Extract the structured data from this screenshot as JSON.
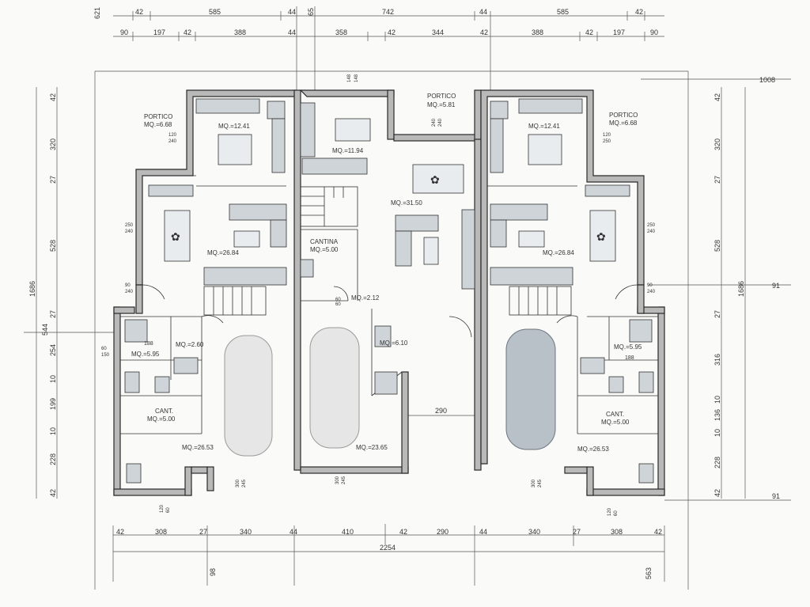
{
  "dims": {
    "top_outer": [
      "42",
      "585",
      "44",
      "742",
      "44",
      "585",
      "42"
    ],
    "top_inner": [
      "90",
      "197",
      "42",
      "388",
      "44",
      "358",
      "42",
      "344",
      "42",
      "388",
      "42",
      "197",
      "90"
    ],
    "corner_top_left": "621",
    "corner_top_mid": "65",
    "right_top": "1008",
    "left_vertical": [
      "42",
      "320",
      "27",
      "528",
      "27",
      "254",
      "10",
      "199",
      "10",
      "228",
      "42"
    ],
    "left_total": "1686",
    "left_mid": "544",
    "right_vertical": [
      "42",
      "320",
      "27",
      "528",
      "27",
      "316",
      "10",
      "136",
      "10",
      "228",
      "42"
    ],
    "right_total": "1686",
    "right_side": [
      "91",
      "91"
    ],
    "bottom_row": [
      "42",
      "308",
      "27",
      "340",
      "44",
      "410",
      "42",
      "290",
      "44",
      "340",
      "27",
      "308",
      "42"
    ],
    "bottom_total": "2254",
    "bottom_left_small": "98",
    "bottom_right_small": "563",
    "corridor": "290",
    "stair_small": [
      "148",
      "148"
    ]
  },
  "openings": {
    "o1": "120",
    "o1b": "240",
    "o2": "250",
    "o2b": "240",
    "o3": "90",
    "o3b": "240",
    "o4": "60",
    "o4b": "150",
    "o5": "188",
    "o6": "300",
    "o6b": "245",
    "o7": "120",
    "o7b": "60",
    "o8": "240",
    "o8b": "240",
    "o9": "300",
    "o9b": "245",
    "o10": "120",
    "o10b": "250",
    "o11": "250",
    "o11b": "240",
    "o12": "90",
    "o12b": "240",
    "o13": "188",
    "o14": "300",
    "o14b": "245",
    "o15": "120",
    "o15b": "60",
    "o16": "60",
    "o16b": "60"
  },
  "rooms": {
    "portico_left": {
      "name": "PORTICO",
      "area": "MQ.=6.68"
    },
    "kitchen_left": {
      "area": "MQ.=12.41"
    },
    "living_left": {
      "area": "MQ.=26.84"
    },
    "bath_left_a": {
      "area": "MQ.=2.60"
    },
    "bath_left_b": {
      "area": "MQ.=5.95"
    },
    "cant_left": {
      "name": "CANT.",
      "area": "MQ.=5.00"
    },
    "garage_left": {
      "area": "MQ.=26.53"
    },
    "kitchen_mid": {
      "area": "MQ.=11.94"
    },
    "portico_mid": {
      "name": "PORTICO",
      "area": "MQ.=5.81"
    },
    "living_mid": {
      "area": "MQ.=31.50"
    },
    "cantina_mid": {
      "name": "CANTINA",
      "area": "MQ.=5.00"
    },
    "wc_mid": {
      "area": "MQ.=2.12"
    },
    "bath_mid": {
      "area": "MQ.=6.10"
    },
    "garage_mid": {
      "area": "MQ.=23.65"
    },
    "portico_right": {
      "name": "PORTICO",
      "area": "MQ.=6.68"
    },
    "kitchen_right": {
      "area": "MQ.=12.41"
    },
    "living_right": {
      "area": "MQ.=26.84"
    },
    "bath_right": {
      "area": "MQ.=5.95"
    },
    "cant_right": {
      "name": "CANT.",
      "area": "MQ.=5.00"
    },
    "garage_right": {
      "area": "MQ.=26.53"
    }
  }
}
